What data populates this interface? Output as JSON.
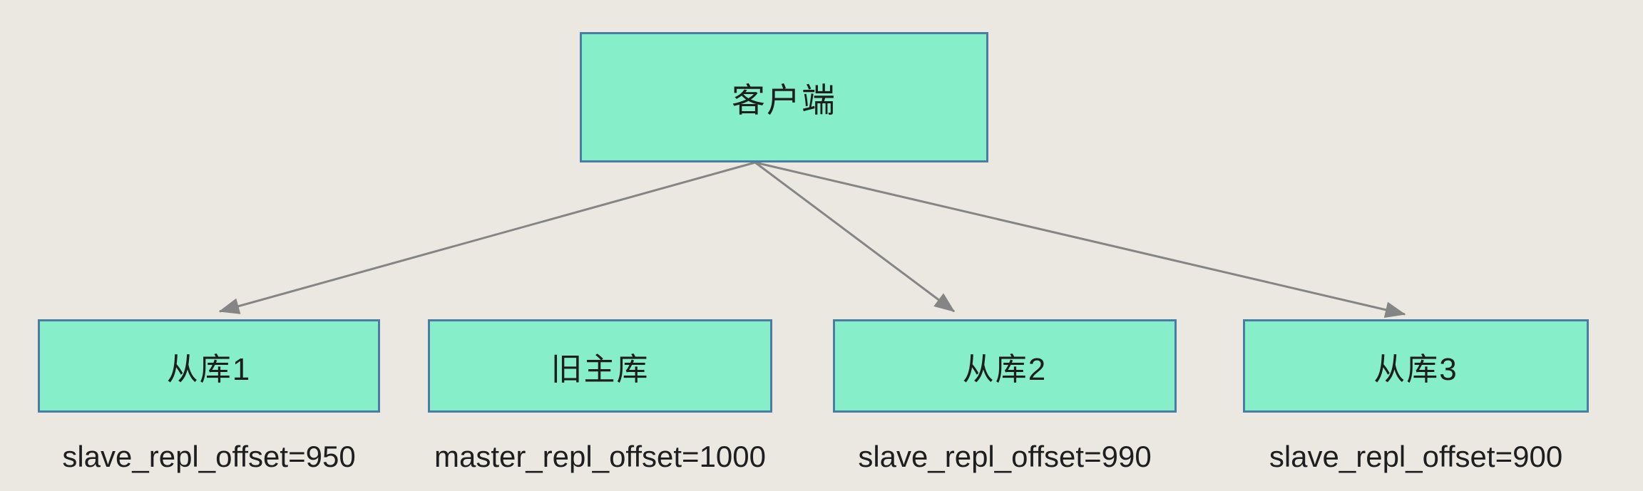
{
  "colors": {
    "background": "#EAE8E0",
    "node_fill": "#86EEC8",
    "node_border": "#4A7CA4",
    "arrow": "#858585",
    "text": "#1E1E1E"
  },
  "diagram": {
    "client": {
      "label": "客户端"
    },
    "nodes": [
      {
        "id": "slave1",
        "label": "从库1",
        "offset": "slave_repl_offset=950"
      },
      {
        "id": "old-master",
        "label": "旧主库",
        "offset": "master_repl_offset=1000"
      },
      {
        "id": "slave2",
        "label": "从库2",
        "offset": "slave_repl_offset=990"
      },
      {
        "id": "slave3",
        "label": "从库3",
        "offset": "slave_repl_offset=900"
      }
    ],
    "edges": [
      {
        "from": "client",
        "to": "slave1"
      },
      {
        "from": "client",
        "to": "slave2"
      },
      {
        "from": "client",
        "to": "slave3"
      }
    ]
  }
}
